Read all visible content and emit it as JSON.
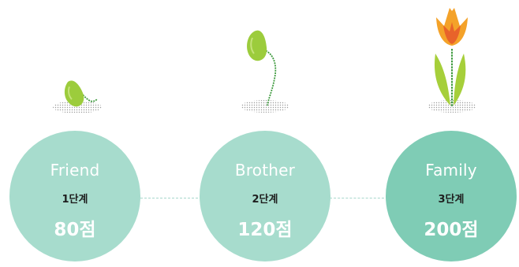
{
  "colors": {
    "circle": "#a7dccd",
    "circle_last": "#7fccb5",
    "connector": "#a8d8cc",
    "bean": "#9ccc3c",
    "sprout": "#3e9a3e",
    "leaf": "#a6cf3a",
    "flower": "#f4a229",
    "flower_inner": "#e8632a"
  },
  "stages": [
    {
      "name": "Friend",
      "level": "1단계",
      "points": "80점",
      "icon": "bean-seed-icon"
    },
    {
      "name": "Brother",
      "level": "2단계",
      "points": "120점",
      "icon": "sprout-icon"
    },
    {
      "name": "Family",
      "level": "3단계",
      "points": "200점",
      "icon": "tulip-icon"
    }
  ]
}
